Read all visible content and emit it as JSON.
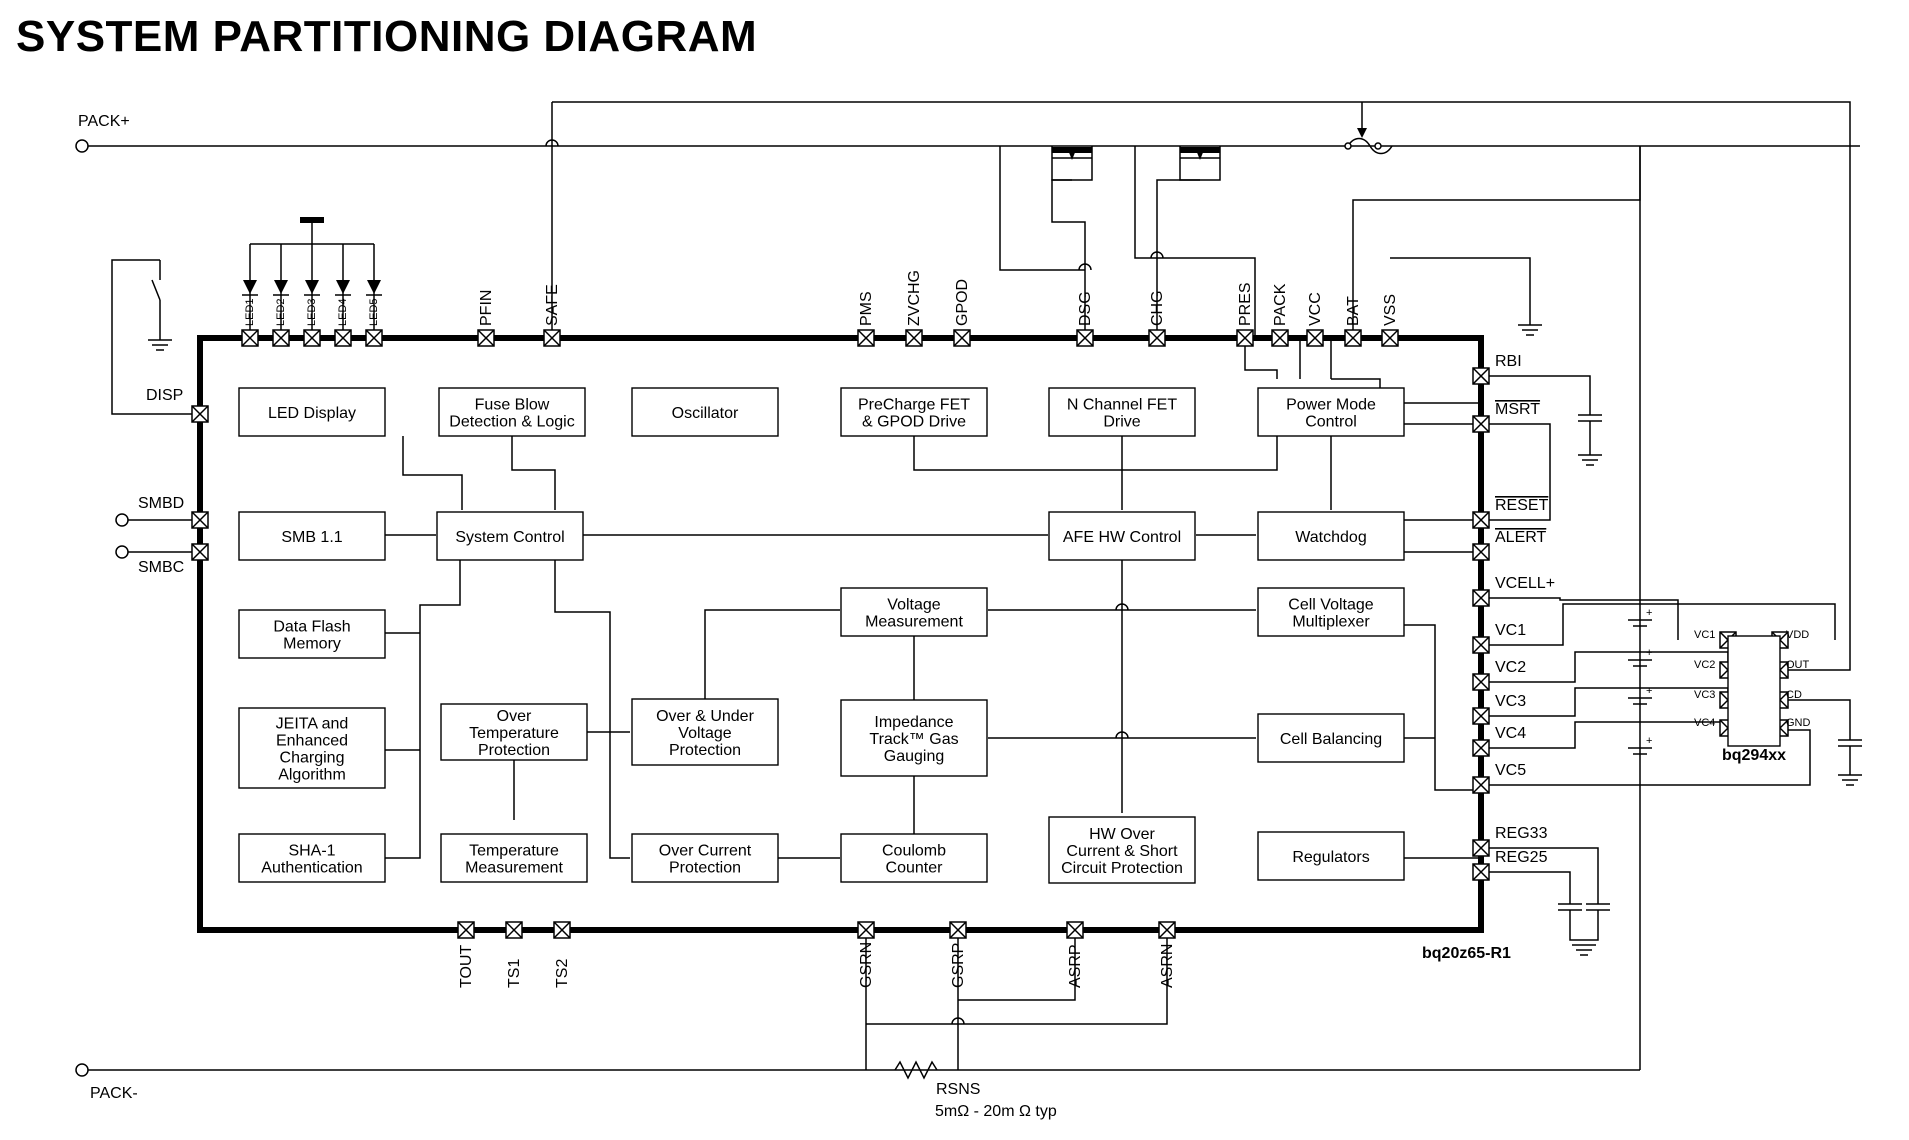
{
  "title": "SYSTEM PARTITIONING DIAGRAM",
  "chip_label": "bq20z65-R1",
  "monitor_label": "bq294xx",
  "rsns": {
    "label": "RSNS",
    "value": "5mΩ - 20m Ω  typ"
  },
  "external": {
    "pack_plus": "PACK+",
    "pack_minus": "PACK-",
    "smbd": "SMBD",
    "smbc": "SMBC",
    "disp": "DISP"
  },
  "blocks": {
    "led_display": [
      "LED Display"
    ],
    "fuse_blow": [
      "Fuse Blow",
      "Detection & Logic"
    ],
    "oscillator": [
      "Oscillator"
    ],
    "precharge": [
      "PreCharge FET",
      "& GPOD Drive"
    ],
    "nchannel": [
      "N Channel FET",
      "Drive"
    ],
    "power_mode": [
      "Power Mode",
      "Control"
    ],
    "smb": [
      "SMB 1.1"
    ],
    "system_control": [
      "System Control"
    ],
    "afe_hw": [
      "AFE HW Control"
    ],
    "watchdog": [
      "Watchdog"
    ],
    "data_flash": [
      "Data Flash",
      "Memory"
    ],
    "voltage_meas": [
      "Voltage",
      "Measurement"
    ],
    "cell_voltage_mux": [
      "Cell Voltage",
      "Multiplexer"
    ],
    "jeita": [
      "JEITA and",
      "Enhanced",
      "Charging",
      "Algorithm"
    ],
    "over_temp": [
      "Over",
      "Temperature",
      "Protection"
    ],
    "over_under_v": [
      "Over & Under",
      "Voltage",
      "Protection"
    ],
    "impedance": [
      "Impedance",
      "Track™ Gas",
      "Gauging"
    ],
    "cell_balancing": [
      "Cell Balancing"
    ],
    "sha1": [
      "SHA-1",
      "Authentication"
    ],
    "temp_meas": [
      "Temperature",
      "Measurement"
    ],
    "over_current": [
      "Over Current",
      "Protection"
    ],
    "coulomb": [
      "Coulomb",
      "Counter"
    ],
    "hw_over": [
      "HW Over",
      "Current & Short",
      "Circuit Protection"
    ],
    "regulators": [
      "Regulators"
    ]
  },
  "pins": {
    "top": [
      "LED1",
      "LED2",
      "LED3",
      "LED4",
      "LED5",
      "PFIN",
      "SAFE",
      "PMS",
      "ZVCHG",
      "GPOD",
      "DSG",
      "CHG",
      "PRES",
      "PACK",
      "VCC",
      "BAT",
      "VSS"
    ],
    "right": [
      "RBI",
      "MSRT",
      "RESET",
      "ALERT",
      "VCELL+",
      "VC1",
      "VC2",
      "VC3",
      "VC4",
      "VC5",
      "REG33",
      "REG25"
    ],
    "bottom": [
      "TOUT",
      "TS1",
      "TS2",
      "GSRN",
      "GSRP",
      "ASRN",
      "ASRP"
    ]
  },
  "monitor_pins": {
    "left": [
      "VC1",
      "VC2",
      "VC3",
      "VC4"
    ],
    "right": [
      "VDD",
      "OUT",
      "CD",
      "GND"
    ]
  },
  "battery_polarity": "+"
}
